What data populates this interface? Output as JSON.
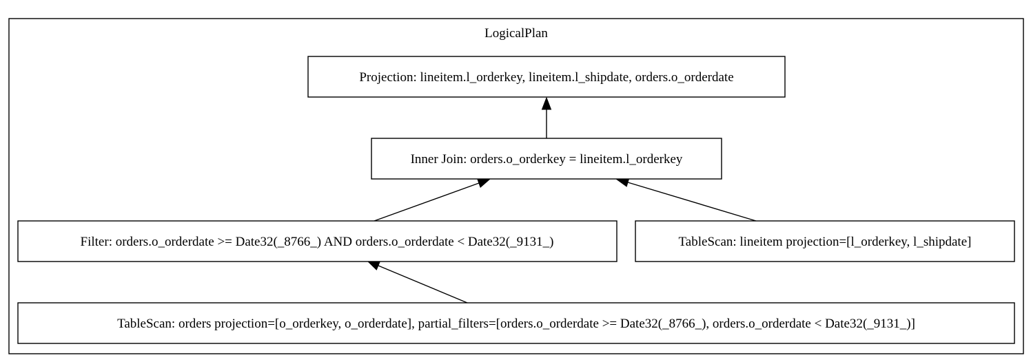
{
  "cluster": {
    "label": "LogicalPlan"
  },
  "nodes": {
    "projection": "Projection: lineitem.l_orderkey, lineitem.l_shipdate, orders.o_orderdate",
    "inner_join": "Inner Join: orders.o_orderkey = lineitem.l_orderkey",
    "filter": "Filter: orders.o_orderdate >= Date32(_8766_) AND orders.o_orderdate < Date32(_9131_)",
    "tablescan_lineitem": "TableScan: lineitem projection=[l_orderkey, l_shipdate]",
    "tablescan_orders": "TableScan: orders projection=[o_orderkey, o_orderdate], partial_filters=[orders.o_orderdate >= Date32(_8766_), orders.o_orderdate < Date32(_9131_)]"
  },
  "edges": [
    {
      "from": "inner_join",
      "to": "projection"
    },
    {
      "from": "filter",
      "to": "inner_join"
    },
    {
      "from": "tablescan_lineitem",
      "to": "inner_join"
    },
    {
      "from": "tablescan_orders",
      "to": "filter"
    }
  ],
  "colors": {
    "stroke": "#000000",
    "background": "#ffffff"
  }
}
